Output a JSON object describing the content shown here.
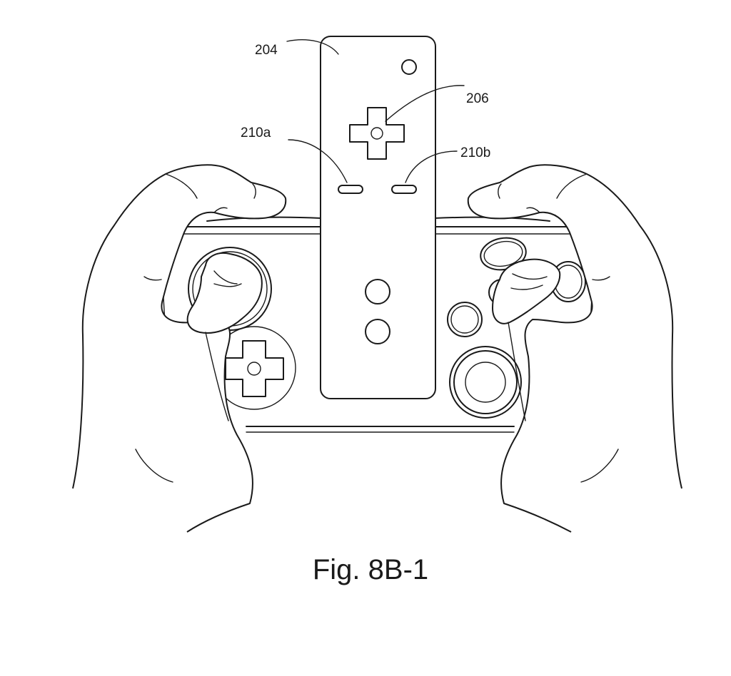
{
  "figure": {
    "caption": "Fig. 8B-1",
    "reference_labels": {
      "remote": "204",
      "dpad": "206",
      "button_left": "210a",
      "button_right": "210b"
    }
  }
}
